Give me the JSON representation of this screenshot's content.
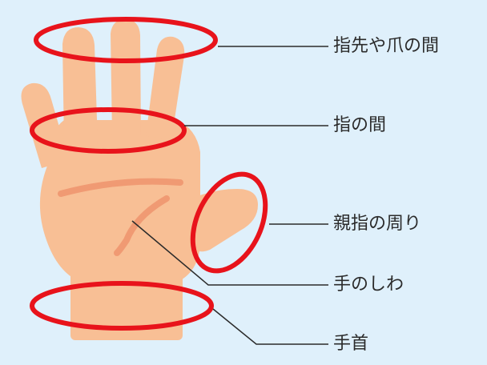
{
  "labels": {
    "fingertips": "指先や爪の間",
    "between_fingers": "指の間",
    "around_thumb": "親指の周り",
    "palm_creases": "手のしわ",
    "wrist": "手首"
  },
  "colors": {
    "background": "#dff0fb",
    "skin": "#f8bf95",
    "crease": "#f09a73",
    "highlight": "#e8131b",
    "leader": "#2b2b2b"
  }
}
